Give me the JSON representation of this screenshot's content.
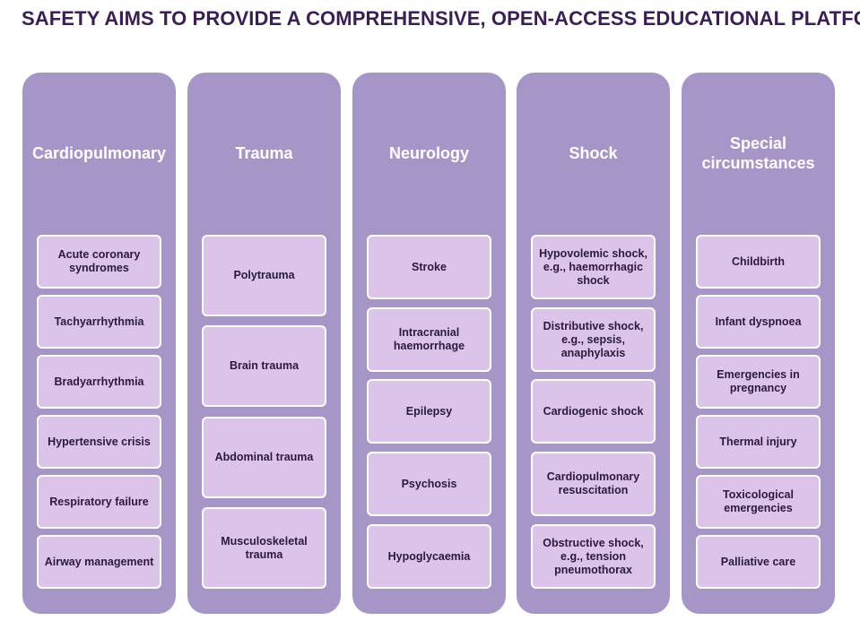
{
  "title": "SAFETY AIMS TO PROVIDE A COMPREHENSIVE, OPEN-ACCESS EDUCATIONAL PLATFORM",
  "colors": {
    "title_text": "#3b1f54",
    "column_fill": "#a695c7",
    "item_fill": "#dcc3ea",
    "item_border": "#ffffff",
    "header_text": "#ffffff"
  },
  "columns": [
    {
      "header": "Cardiopulmonary",
      "items": [
        "Acute coronary syndromes",
        "Tachyarrhythmia",
        "Bradyarrhythmia",
        "Hypertensive crisis",
        "Respiratory failure",
        "Airway management"
      ]
    },
    {
      "header": "Trauma",
      "items": [
        "Polytrauma",
        "Brain trauma",
        "Abdominal trauma",
        "Musculoskeletal trauma"
      ]
    },
    {
      "header": "Neurology",
      "items": [
        "Stroke",
        "Intracranial haemorrhage",
        "Epilepsy",
        "Psychosis",
        "Hypoglycaemia"
      ]
    },
    {
      "header": "Shock",
      "items": [
        "Hypovolemic shock, e.g., haemorrhagic shock",
        "Distributive shock, e.g., sepsis, anaphylaxis",
        "Cardiogenic shock",
        "Cardiopulmonary resuscitation",
        "Obstructive shock, e.g., tension pneumothorax"
      ]
    },
    {
      "header": "Special circumstances",
      "items": [
        "Childbirth",
        "Infant dyspnoea",
        "Emergencies in pregnancy",
        "Thermal injury",
        "Toxicological emergencies",
        "Palliative care"
      ]
    }
  ]
}
